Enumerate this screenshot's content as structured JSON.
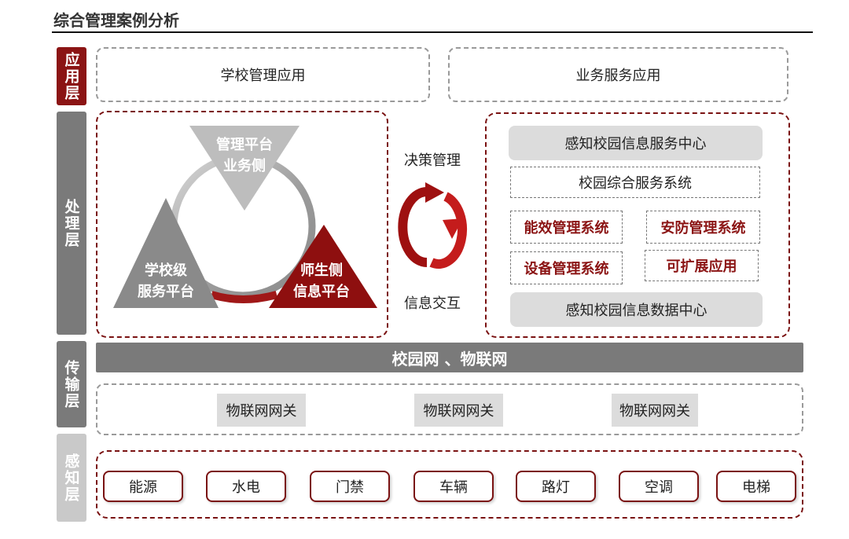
{
  "page": {
    "title": "综合管理案例分析"
  },
  "layers": {
    "application": "应用层",
    "processing": "处理层",
    "transport": "传输层",
    "perception": "感知层"
  },
  "application": {
    "school_app": "学校管理应用",
    "business_app": "业务服务应用"
  },
  "processing_left": {
    "top_triangle": [
      "管理平台",
      "业务侧"
    ],
    "left_triangle": [
      "学校级",
      "服务平台"
    ],
    "right_triangle": [
      "师生侧",
      "信息平台"
    ]
  },
  "cycle": {
    "top_label": "决策管理",
    "bottom_label": "信息交互"
  },
  "processing_right": {
    "service_center": "感知校园信息服务中心",
    "campus_system": "校园综合服务系统",
    "systems": [
      "能效管理系统",
      "安防管理系统",
      "设备管理系统",
      "可扩展应用"
    ],
    "data_center": "感知校园信息数据中心"
  },
  "transport": {
    "network": "校园网 、物联网",
    "gateways": [
      "物联网网关",
      "物联网网关",
      "物联网网关"
    ]
  },
  "perception": {
    "devices": [
      "能源",
      "水电",
      "门禁",
      "车辆",
      "路灯",
      "空调",
      "电梯"
    ]
  },
  "colors": {
    "accent_red": "#8b1414",
    "dark_gray": "#7a7a7a",
    "light_gray": "#dcdcdc"
  }
}
